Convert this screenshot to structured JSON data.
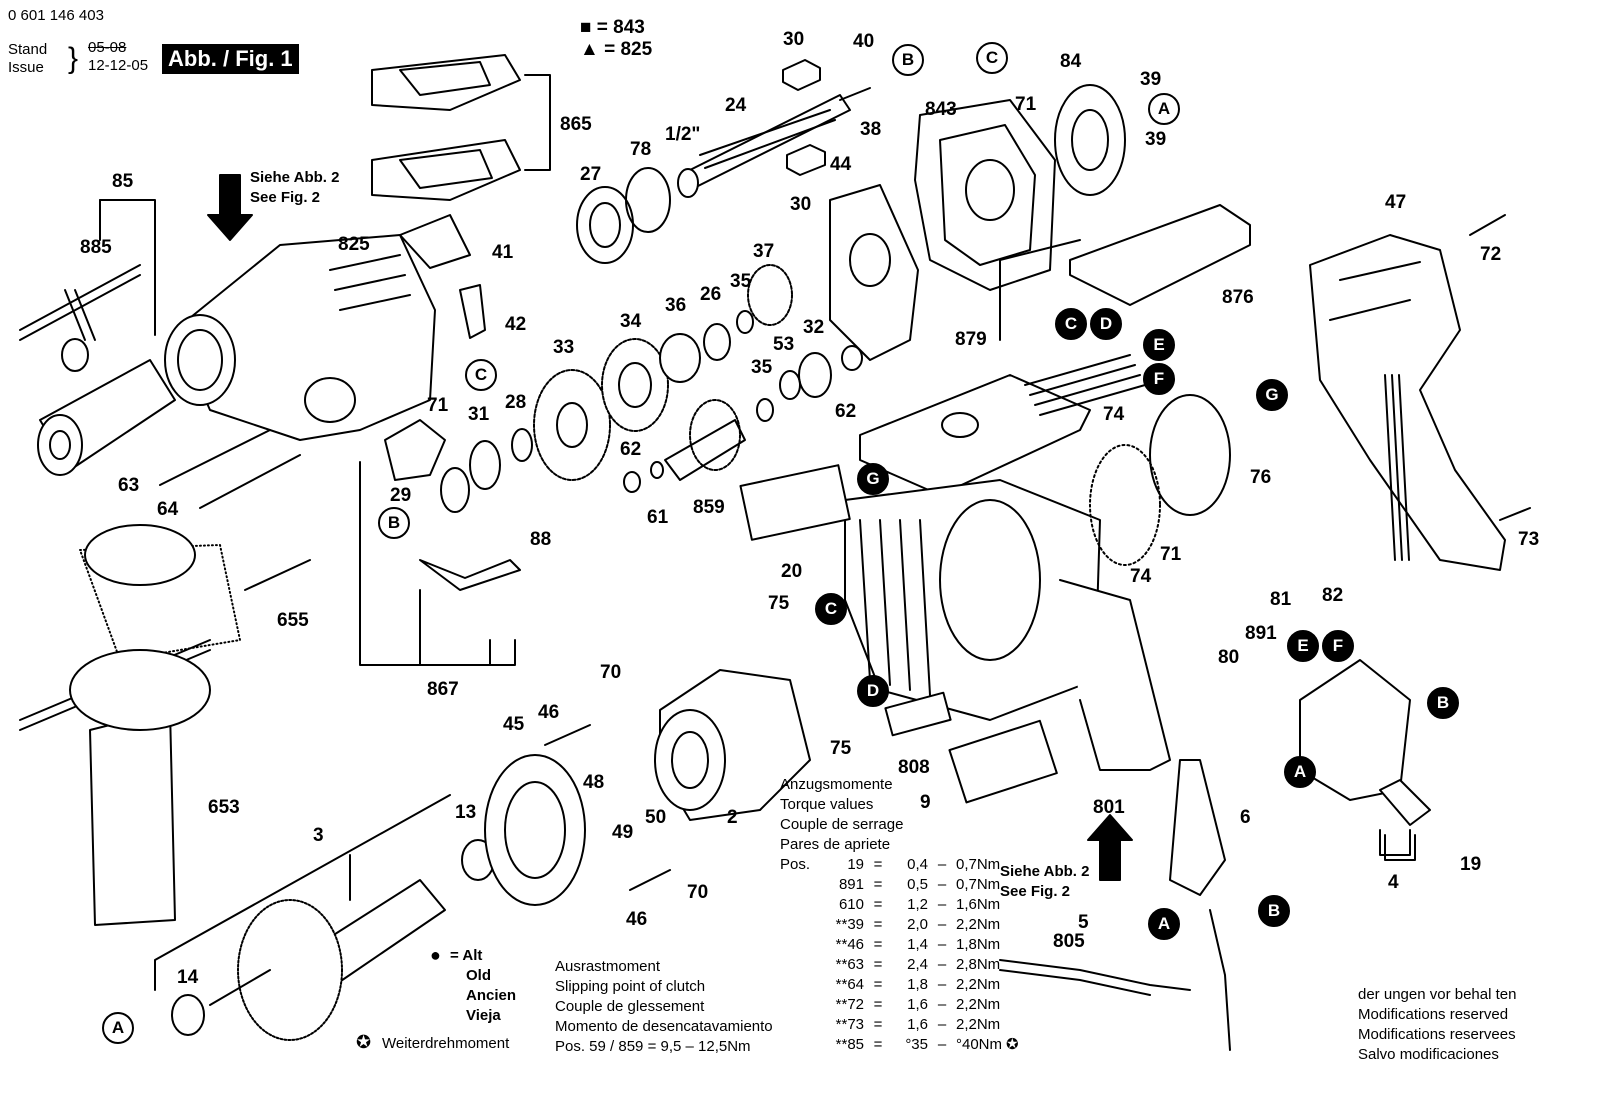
{
  "header": {
    "part_number": "0 601 146 403",
    "stand_label": "Stand",
    "issue_label": "Issue",
    "stand_date_old": "05-08",
    "stand_date": "12-12-05",
    "fig_label": "Abb. / Fig. 1"
  },
  "legend_symbols": {
    "square": "■ = 843",
    "triangle": "▲ = 825"
  },
  "see_fig_top": [
    "Siehe Abb. 2",
    "See Fig. 2"
  ],
  "see_fig_bottom": [
    "Siehe Abb. 2",
    "See Fig. 2"
  ],
  "parts": [
    {
      "id": "p30a",
      "label": "30"
    },
    {
      "id": "p40a",
      "label": "40"
    },
    {
      "id": "p24",
      "label": "24"
    },
    {
      "id": "p865",
      "label": "865"
    },
    {
      "id": "p78",
      "label": "78"
    },
    {
      "id": "p12",
      "label": "1/2\""
    },
    {
      "id": "p27",
      "label": "27"
    },
    {
      "id": "p38",
      "label": "38"
    },
    {
      "id": "p30b",
      "label": "30"
    },
    {
      "id": "p44",
      "label": "44"
    },
    {
      "id": "p843",
      "label": "843"
    },
    {
      "id": "p71a",
      "label": "71"
    },
    {
      "id": "p84",
      "label": "84"
    },
    {
      "id": "p39a",
      "label": "39"
    },
    {
      "id": "p39b",
      "label": "39"
    },
    {
      "id": "p85",
      "label": "85"
    },
    {
      "id": "p885",
      "label": "885"
    },
    {
      "id": "p825",
      "label": "825"
    },
    {
      "id": "p41",
      "label": "41"
    },
    {
      "id": "p42",
      "label": "42"
    },
    {
      "id": "p37",
      "label": "37"
    },
    {
      "id": "p47",
      "label": "47"
    },
    {
      "id": "p72",
      "label": "72"
    },
    {
      "id": "p879",
      "label": "879"
    },
    {
      "id": "p876",
      "label": "876"
    },
    {
      "id": "p36",
      "label": "36"
    },
    {
      "id": "p26",
      "label": "26"
    },
    {
      "id": "p35a",
      "label": "35"
    },
    {
      "id": "p34",
      "label": "34"
    },
    {
      "id": "p32",
      "label": "32"
    },
    {
      "id": "p33",
      "label": "33"
    },
    {
      "id": "p53",
      "label": "53"
    },
    {
      "id": "p35b",
      "label": "35"
    },
    {
      "id": "p62a",
      "label": "62"
    },
    {
      "id": "p71b",
      "label": "71"
    },
    {
      "id": "p31",
      "label": "31"
    },
    {
      "id": "p28",
      "label": "28"
    },
    {
      "id": "p74a",
      "label": "74"
    },
    {
      "id": "p62b",
      "label": "62"
    },
    {
      "id": "p76",
      "label": "76"
    },
    {
      "id": "p63",
      "label": "63"
    },
    {
      "id": "p29",
      "label": "29"
    },
    {
      "id": "p61",
      "label": "61"
    },
    {
      "id": "p859",
      "label": "859"
    },
    {
      "id": "p64",
      "label": "64"
    },
    {
      "id": "p73",
      "label": "73"
    },
    {
      "id": "p88",
      "label": "88"
    },
    {
      "id": "p20",
      "label": "20"
    },
    {
      "id": "p71c",
      "label": "71"
    },
    {
      "id": "p74b",
      "label": "74"
    },
    {
      "id": "p655",
      "label": "655"
    },
    {
      "id": "p81",
      "label": "81"
    },
    {
      "id": "p82",
      "label": "82"
    },
    {
      "id": "p75a",
      "label": "75"
    },
    {
      "id": "p891",
      "label": "891"
    },
    {
      "id": "p70a",
      "label": "70"
    },
    {
      "id": "p867",
      "label": "867"
    },
    {
      "id": "p80",
      "label": "80"
    },
    {
      "id": "p45",
      "label": "45"
    },
    {
      "id": "p46a",
      "label": "46"
    },
    {
      "id": "p75b",
      "label": "75"
    },
    {
      "id": "p808",
      "label": "808"
    },
    {
      "id": "p653",
      "label": "653"
    },
    {
      "id": "p48",
      "label": "48"
    },
    {
      "id": "p13",
      "label": "13"
    },
    {
      "id": "p2",
      "label": "2"
    },
    {
      "id": "p9",
      "label": "9"
    },
    {
      "id": "p801",
      "label": "801"
    },
    {
      "id": "p6",
      "label": "6"
    },
    {
      "id": "p3",
      "label": "3"
    },
    {
      "id": "p49",
      "label": "49"
    },
    {
      "id": "p50",
      "label": "50"
    },
    {
      "id": "p4",
      "label": "4"
    },
    {
      "id": "p19",
      "label": "19"
    },
    {
      "id": "p70b",
      "label": "70"
    },
    {
      "id": "p46b",
      "label": "46"
    },
    {
      "id": "p5",
      "label": "5"
    },
    {
      "id": "p805",
      "label": "805"
    },
    {
      "id": "p14",
      "label": "14"
    }
  ],
  "callouts": [
    {
      "id": "c-b1",
      "label": "B"
    },
    {
      "id": "c-c1",
      "label": "C"
    },
    {
      "id": "c-a1",
      "label": "A"
    },
    {
      "id": "c-c2",
      "label": "C"
    },
    {
      "id": "c-c3",
      "label": "C"
    },
    {
      "id": "c-d1",
      "label": "D"
    },
    {
      "id": "c-e1",
      "label": "E"
    },
    {
      "id": "c-f1",
      "label": "F"
    },
    {
      "id": "c-g1",
      "label": "G"
    },
    {
      "id": "c-b2",
      "label": "B"
    },
    {
      "id": "c-g2",
      "label": "G"
    },
    {
      "id": "c-c4",
      "label": "C"
    },
    {
      "id": "c-e2",
      "label": "E"
    },
    {
      "id": "c-f2",
      "label": "F"
    },
    {
      "id": "c-d2",
      "label": "D"
    },
    {
      "id": "c-b3",
      "label": "B"
    },
    {
      "id": "c-a2",
      "label": "A"
    },
    {
      "id": "c-a3",
      "label": "A"
    },
    {
      "id": "c-b4",
      "label": "B"
    },
    {
      "id": "c-a4",
      "label": "A"
    }
  ],
  "torque": {
    "title": [
      "Anzugsmomente",
      "Torque values",
      "Couple de serrage",
      "Pares de apriete"
    ],
    "pos_label": "Pos.",
    "rows": [
      {
        "pos": "19",
        "min": "0,4",
        "max": "0,7Nm"
      },
      {
        "pos": "891",
        "min": "0,5",
        "max": "0,7Nm"
      },
      {
        "pos": "610",
        "min": "1,2",
        "max": "1,6Nm"
      },
      {
        "pos": "**39",
        "min": "2,0",
        "max": "2,2Nm"
      },
      {
        "pos": "**46",
        "min": "1,4",
        "max": "1,8Nm"
      },
      {
        "pos": "**63",
        "min": "2,4",
        "max": "2,8Nm"
      },
      {
        "pos": "**64",
        "min": "1,8",
        "max": "2,2Nm"
      },
      {
        "pos": "**72",
        "min": "1,6",
        "max": "2,2Nm"
      },
      {
        "pos": "**73",
        "min": "1,6",
        "max": "2,2Nm"
      },
      {
        "pos": "**85",
        "min": "°35",
        "max": "°40Nm"
      }
    ]
  },
  "clutch": {
    "lines": [
      "Ausrastmoment",
      "Slipping point of clutch",
      "Couple de glessement",
      "Momento de desencatavamiento"
    ],
    "pos_line": "Pos.  59 / 859  =  9,5 – 12,5Nm"
  },
  "old_legend": {
    "lines": [
      "= Alt",
      "Old",
      "Ancien",
      "Vieja"
    ]
  },
  "further_torque": "Weiterdrehmoment",
  "modifications": [
    "der ungen vor behal ten",
    "Modifications reserved",
    "Modifications reservees",
    "Salvo modificaciones"
  ]
}
